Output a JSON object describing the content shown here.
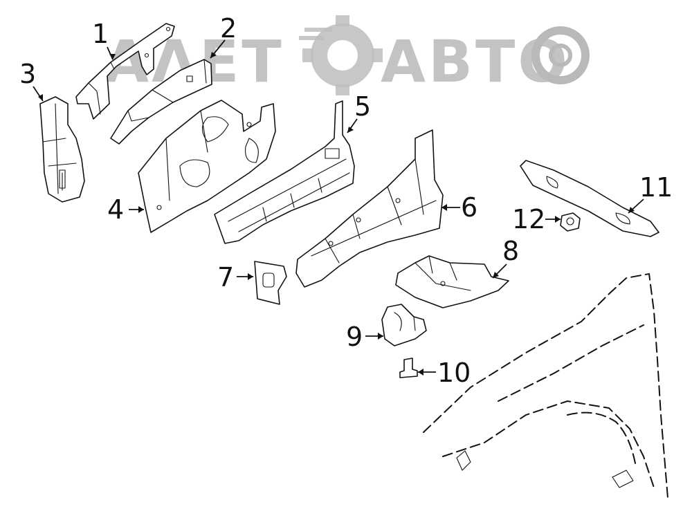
{
  "watermark": {
    "text_left": "ΑΛΕΤ",
    "text_right": "ΑΒΤΟ"
  },
  "callouts": [
    {
      "id": "1",
      "label": "1"
    },
    {
      "id": "2",
      "label": "2"
    },
    {
      "id": "3",
      "label": "3"
    },
    {
      "id": "4",
      "label": "4"
    },
    {
      "id": "5",
      "label": "5"
    },
    {
      "id": "6",
      "label": "6"
    },
    {
      "id": "7",
      "label": "7"
    },
    {
      "id": "8",
      "label": "8"
    },
    {
      "id": "9",
      "label": "9"
    },
    {
      "id": "10",
      "label": "10"
    },
    {
      "id": "11",
      "label": "11"
    },
    {
      "id": "12",
      "label": "12"
    }
  ]
}
